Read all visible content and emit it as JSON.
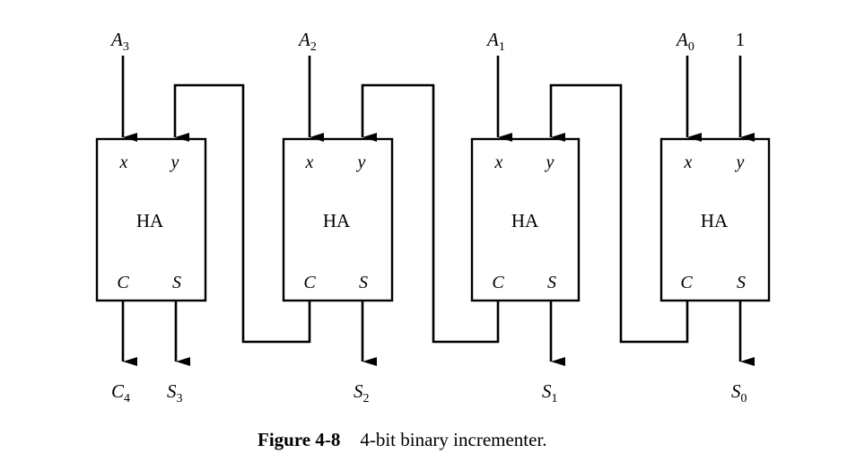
{
  "figure": {
    "caption_number": "Figure 4-8",
    "caption_text": "4-bit binary incrementer."
  },
  "half_adders": [
    {
      "label": "HA",
      "in_x": "x",
      "in_y": "y",
      "out_c": "C",
      "out_s": "S",
      "input_a": "A",
      "input_a_sub": "3",
      "sum_out": "S",
      "sum_sub": "3"
    },
    {
      "label": "HA",
      "in_x": "x",
      "in_y": "y",
      "out_c": "C",
      "out_s": "S",
      "input_a": "A",
      "input_a_sub": "2",
      "sum_out": "S",
      "sum_sub": "2"
    },
    {
      "label": "HA",
      "in_x": "x",
      "in_y": "y",
      "out_c": "C",
      "out_s": "S",
      "input_a": "A",
      "input_a_sub": "1",
      "sum_out": "S",
      "sum_sub": "1"
    },
    {
      "label": "HA",
      "in_x": "x",
      "in_y": "y",
      "out_c": "C",
      "out_s": "S",
      "input_a": "A",
      "input_a_sub": "0",
      "sum_out": "S",
      "sum_sub": "0"
    }
  ],
  "carry_out": {
    "letter": "C",
    "sub": "4"
  },
  "increment_input": "1"
}
